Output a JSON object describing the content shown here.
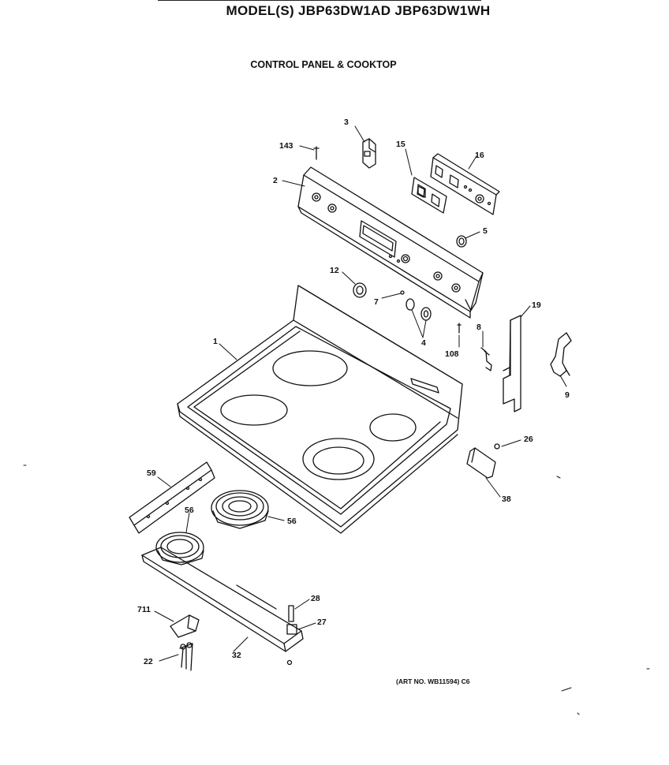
{
  "header": {
    "model_title": "MODEL(S) JBP63DW1AD  JBP63DW1WH",
    "section_title": "CONTROL PANEL & COOKTOP"
  },
  "footer": {
    "art_number": "(ART NO. WB11594) C6"
  },
  "parts": [
    {
      "id": "p3",
      "label": "3"
    },
    {
      "id": "p143",
      "label": "143"
    },
    {
      "id": "p15",
      "label": "15"
    },
    {
      "id": "p16",
      "label": "16"
    },
    {
      "id": "p2",
      "label": "2"
    },
    {
      "id": "p5",
      "label": "5"
    },
    {
      "id": "p12",
      "label": "12"
    },
    {
      "id": "p7",
      "label": "7"
    },
    {
      "id": "p4",
      "label": "4"
    },
    {
      "id": "p19",
      "label": "19"
    },
    {
      "id": "p8",
      "label": "8"
    },
    {
      "id": "p108",
      "label": "108"
    },
    {
      "id": "p1",
      "label": "1"
    },
    {
      "id": "p9",
      "label": "9"
    },
    {
      "id": "p26",
      "label": "26"
    },
    {
      "id": "p38",
      "label": "38"
    },
    {
      "id": "p59",
      "label": "59"
    },
    {
      "id": "p56a",
      "label": "56"
    },
    {
      "id": "p56b",
      "label": "56"
    },
    {
      "id": "p28",
      "label": "28"
    },
    {
      "id": "p27",
      "label": "27"
    },
    {
      "id": "p711",
      "label": "711"
    },
    {
      "id": "p22",
      "label": "22"
    },
    {
      "id": "p32",
      "label": "32"
    }
  ]
}
